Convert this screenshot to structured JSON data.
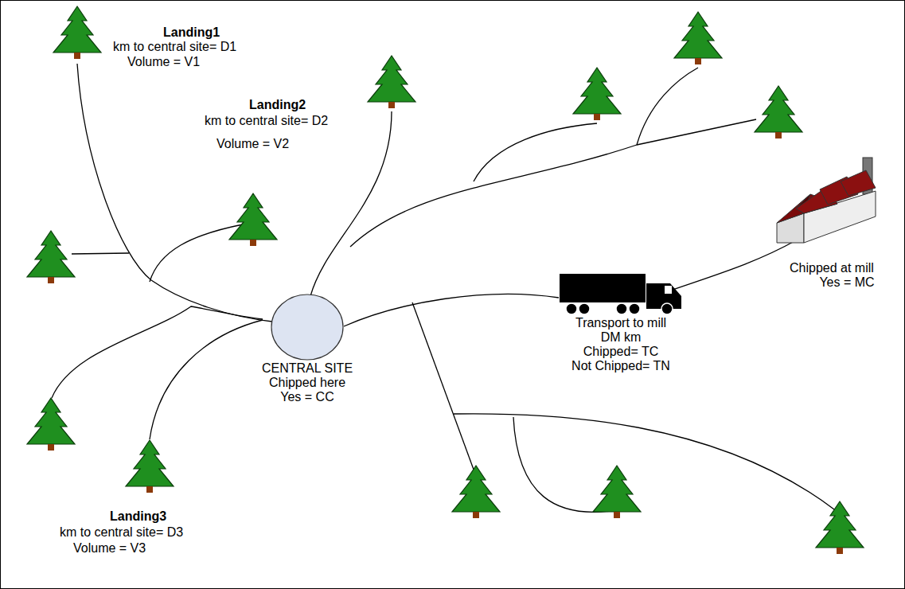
{
  "diagram": {
    "nodes": [
      {
        "text": [
          "CENTRAL SITE Chipped here Yes = CC"
        ]
      }
    ],
    "labels": [
      "Landing1",
      "km to central site= D1",
      "Volume = V1",
      "Landing2",
      "km to central site= D2",
      "Volume = V2",
      "Landing3",
      "km to central site= D3",
      "Volume = V3",
      "Transport to mill",
      "DM km",
      "Chipped= TC",
      "Not Chipped= TN",
      "Chipped at mill",
      "Yes = MC"
    ]
  }
}
